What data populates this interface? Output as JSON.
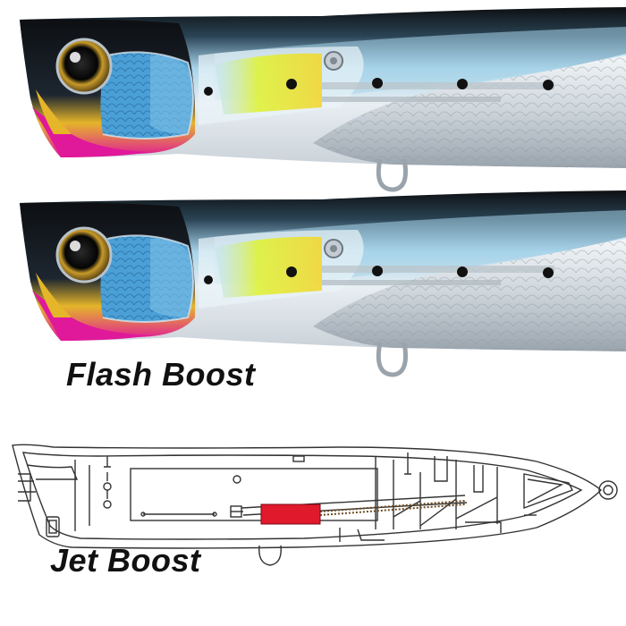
{
  "captions": {
    "flash_boost": "Flash Boost",
    "jet_boost": "Jet Boost"
  },
  "colors": {
    "background": "#ffffff",
    "head_black": "#0d0f12",
    "belly_magenta": "#e0189a",
    "gold": "#e5b52a",
    "blue_scale": "#4a9fd6",
    "chartreuse": "#dff23a",
    "silver": "#d9dee2",
    "sky_blue": "#a8d4ea",
    "jet_weight": "#e0192c",
    "outline": "#333333"
  },
  "icons": {
    "top_lure": "popper-lure-photo",
    "bottom_lure": "popper-lure-photo",
    "diagram": "lure-cutaway-diagram"
  }
}
